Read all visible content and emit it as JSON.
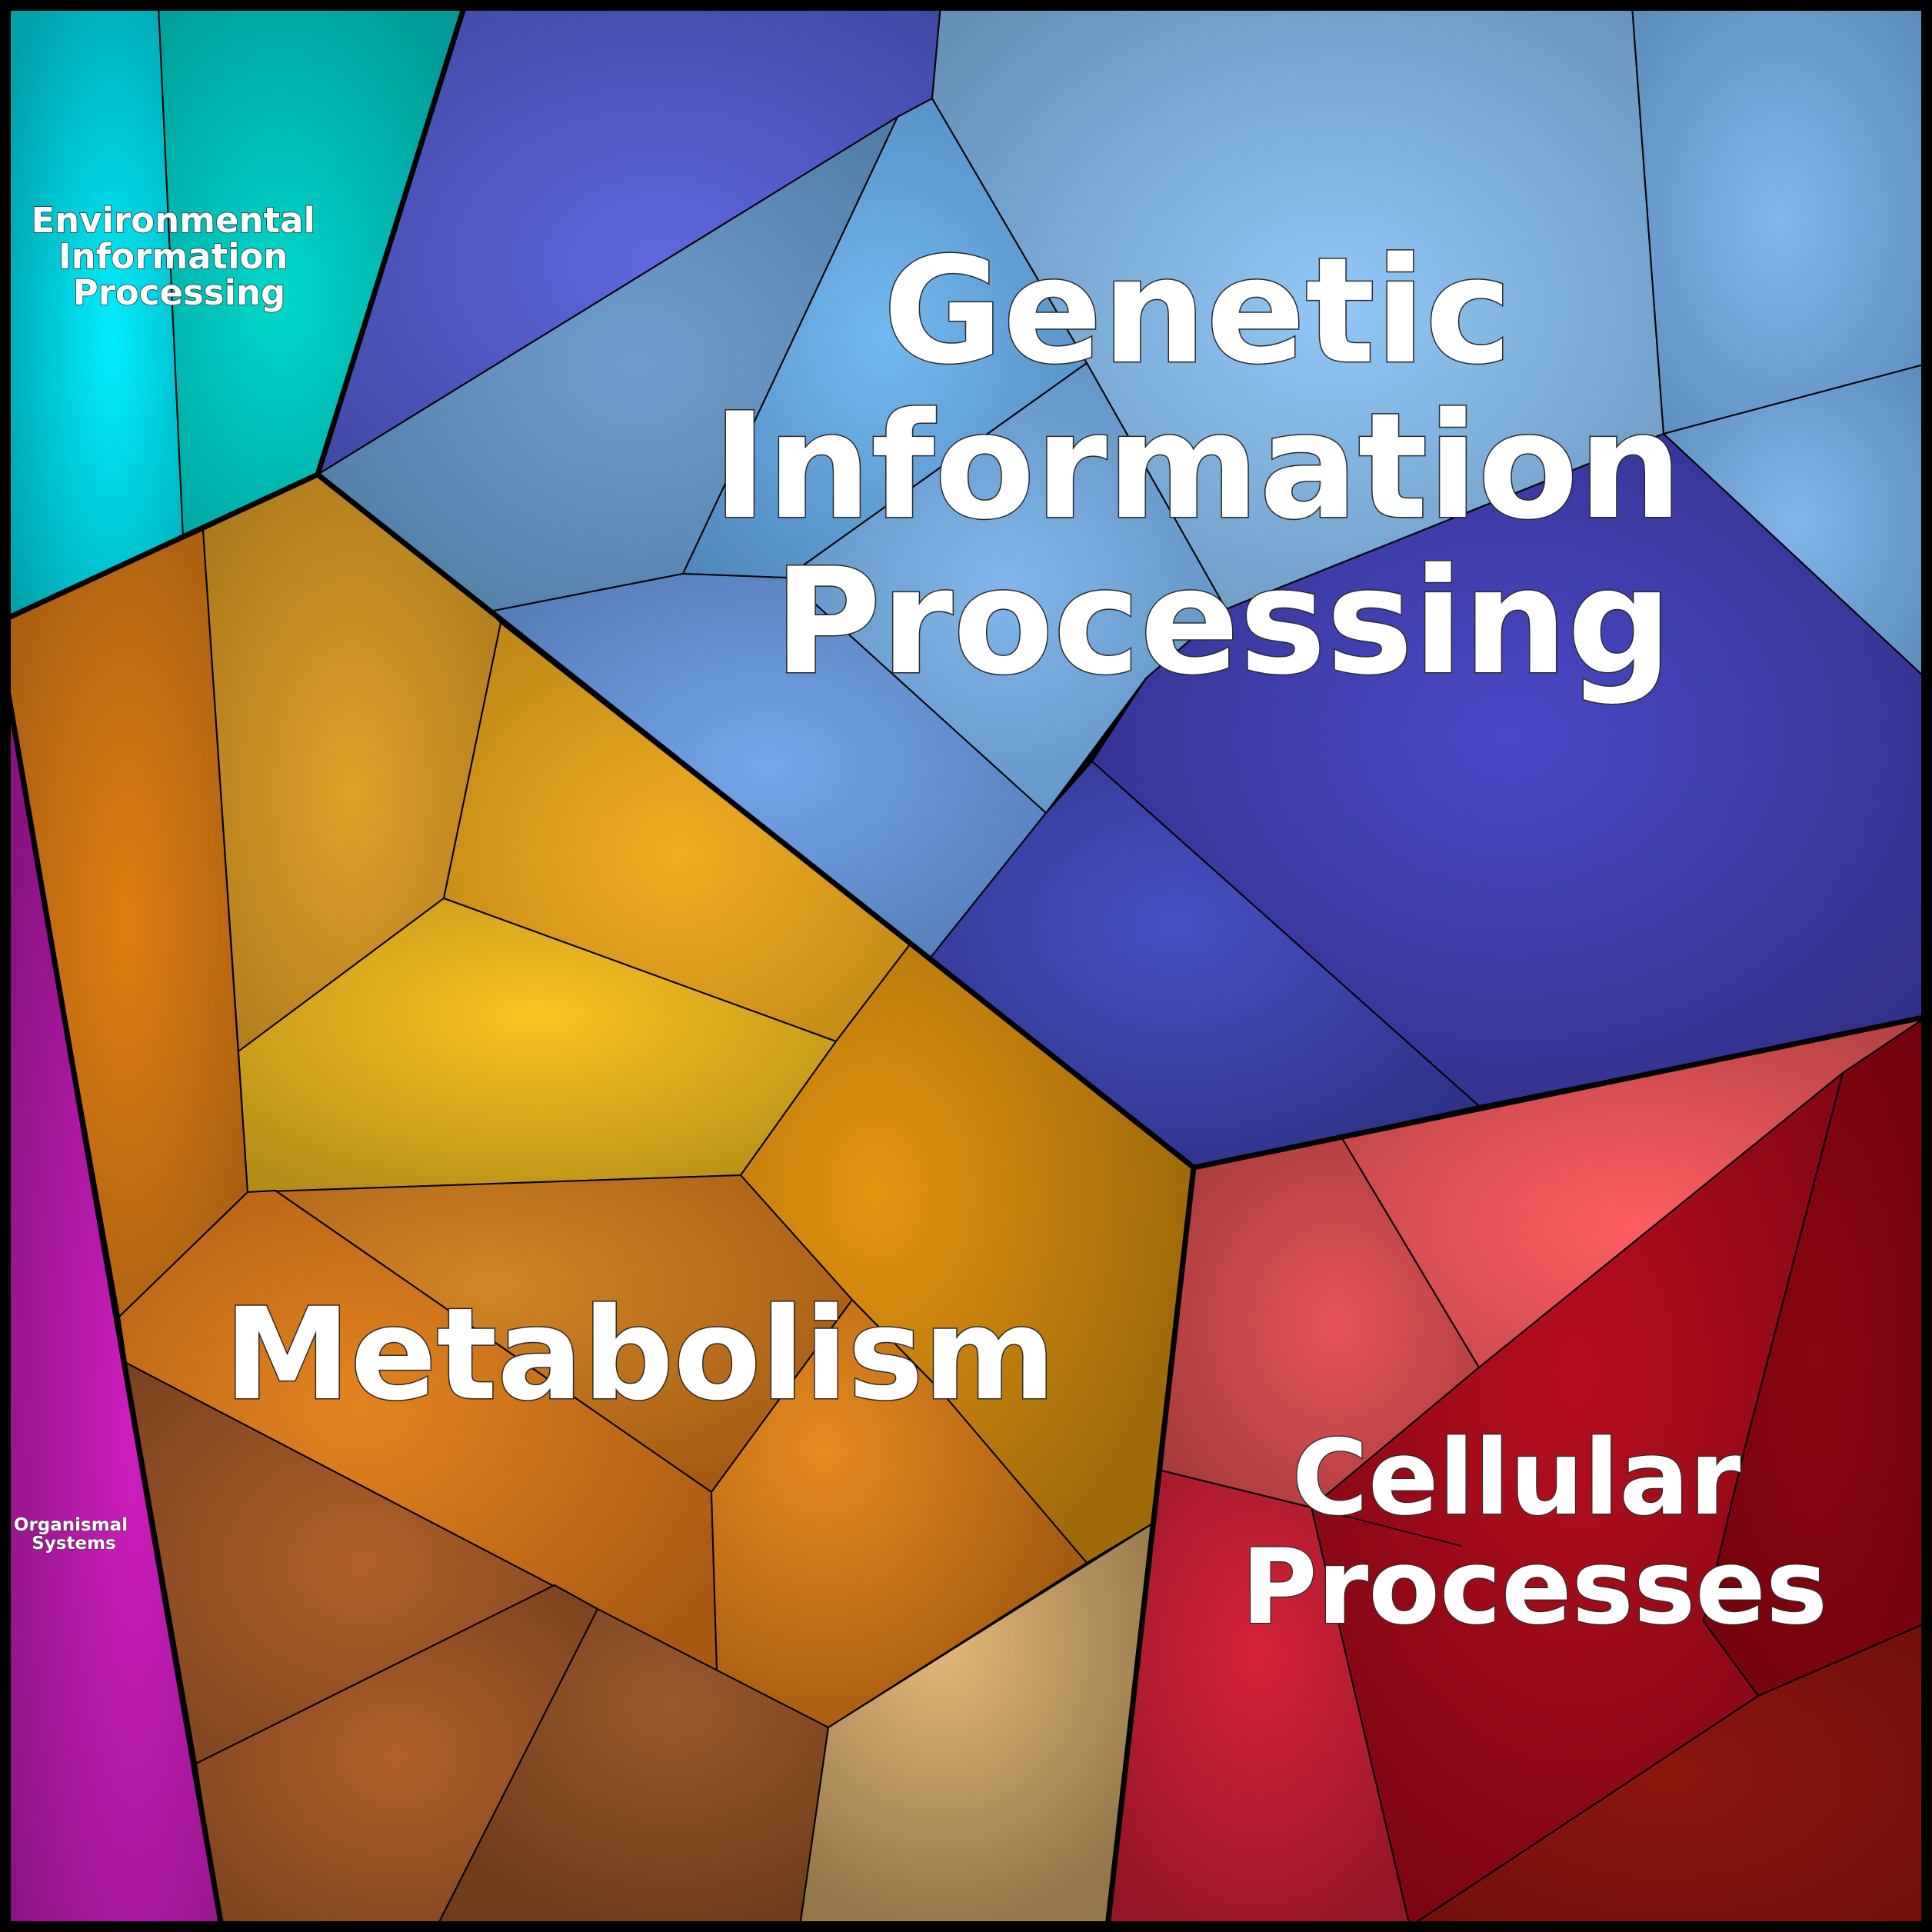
{
  "labels": {
    "genetic": [
      "Genetic",
      "Information",
      "Processing"
    ],
    "metabolism": [
      "Metabolism"
    ],
    "cellular": [
      "Cellular",
      "Processes"
    ],
    "environmental": [
      "Environmental",
      "Information",
      "Processing"
    ],
    "organismal": [
      "Organismal",
      "Systems"
    ]
  },
  "colors": {
    "environmental": "#00b5b5",
    "genetic_light": "#6b9cc8",
    "genetic_dark": "#3b3aa0",
    "metabolism": "#c98a1a",
    "cellular": "#b5121f",
    "organismal": "#a0188e",
    "brown": "#7a4422",
    "tan": "#c8a06a"
  }
}
